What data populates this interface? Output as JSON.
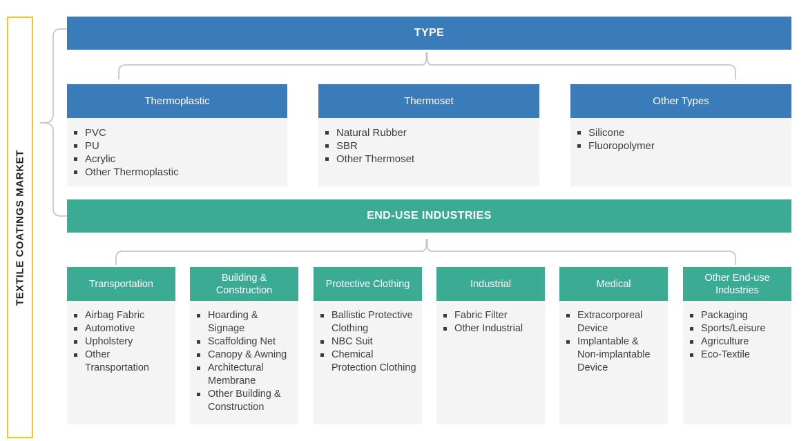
{
  "market_label": "TEXTILE COATINGS MARKET",
  "colors": {
    "type_header": "#3A7BBA",
    "enduse_header": "#3BAB93",
    "panel_bg": "#F4F4F4",
    "connector_line": "#C7C7C7",
    "market_border": "#FDC026",
    "header_text": "#FFFFFF",
    "body_text": "#3E3E3E"
  },
  "type_section": {
    "title": "TYPE",
    "columns": [
      {
        "header": "Thermoplastic",
        "items": [
          "PVC",
          "PU",
          "Acrylic",
          "Other Thermoplastic"
        ]
      },
      {
        "header": "Thermoset",
        "items": [
          "Natural Rubber",
          "SBR",
          "Other Thermoset"
        ]
      },
      {
        "header": "Other Types",
        "items": [
          "Silicone",
          "Fluoropolymer"
        ]
      }
    ]
  },
  "enduse_section": {
    "title": "END-USE INDUSTRIES",
    "columns": [
      {
        "header": "Transportation",
        "items": [
          "Airbag Fabric",
          "Automotive",
          "Upholstery",
          "Other Transportation"
        ]
      },
      {
        "header": "Building & Construction",
        "items": [
          "Hoarding & Signage",
          "Scaffolding Net",
          "Canopy & Awning",
          "Architectural Membrane",
          "Other Building & Construction"
        ]
      },
      {
        "header": "Protective Clothing",
        "items": [
          "Ballistic Protective Clothing",
          "NBC Suit",
          "Chemical Protection Clothing"
        ]
      },
      {
        "header": "Industrial",
        "items": [
          "Fabric Filter",
          "Other Industrial"
        ]
      },
      {
        "header": "Medical",
        "items": [
          "Extracorporeal Device",
          "Implantable & Non-implantable Device"
        ]
      },
      {
        "header": "Other End-use Industries",
        "items": [
          "Packaging",
          "Sports/Leisure",
          "Agriculture",
          "Eco-Textile"
        ]
      }
    ]
  }
}
